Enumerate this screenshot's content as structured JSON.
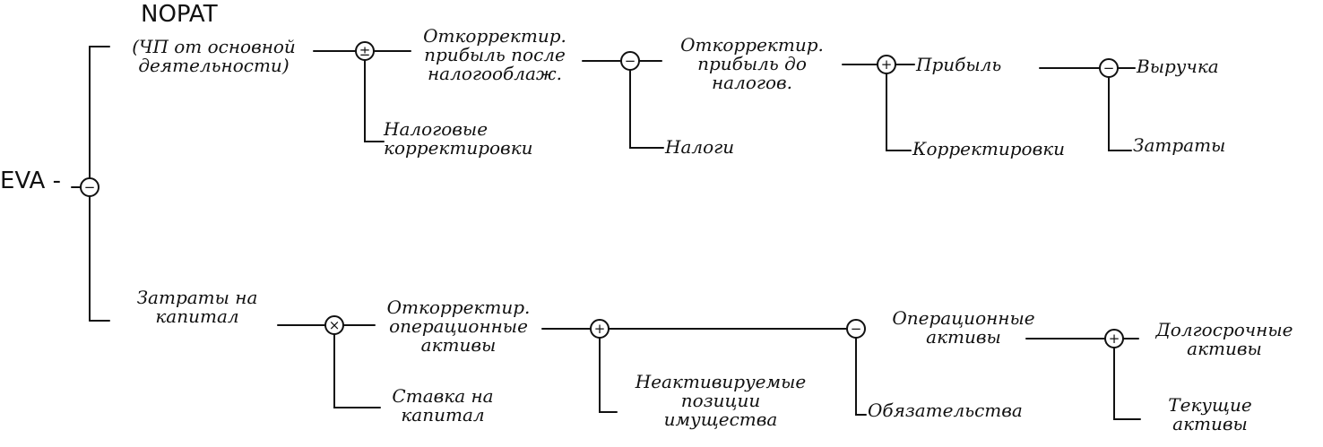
{
  "diagram": {
    "root": {
      "label": "EVA -",
      "operator": "−"
    },
    "nopat": {
      "title": "NOPAT",
      "label": "(ЧП от основной\nдеятельности)",
      "operator": "±"
    },
    "adj_profit_after_tax": {
      "label": "Откорректир.\nприбыль после\nналогооблаж.",
      "operator": "−"
    },
    "tax_adjustments": {
      "label": "Налоговые\nкорректировки"
    },
    "adj_profit_before_tax": {
      "label": "Откорректир.\nприбыль до\nналогов.",
      "operator": "+"
    },
    "taxes": {
      "label": "Налоги"
    },
    "profit": {
      "label": "Прибыль",
      "operator": "−"
    },
    "adjustments": {
      "label": "Корректировки"
    },
    "revenue": {
      "label": "Выручка"
    },
    "costs": {
      "label": "Затраты"
    },
    "capital_costs": {
      "label": "Затраты на\nкапитал",
      "operator": "×"
    },
    "adj_operating_assets": {
      "label": "Откорректир.\nоперационные\nактивы",
      "operator": "+"
    },
    "capital_rate": {
      "label": "Ставка на\nкапитал"
    },
    "operating_assets": {
      "label": "Операционные\nактивы",
      "operator": "−"
    },
    "non_activated": {
      "label": "Неактивируемые\nпозиции\nимущества"
    },
    "liabilities": {
      "label": "Обязательства"
    },
    "long_term_assets": {
      "label": "Долгосрочные\nактивы",
      "operator": "+"
    },
    "current_assets": {
      "label": "Текущие\nактивы"
    }
  }
}
